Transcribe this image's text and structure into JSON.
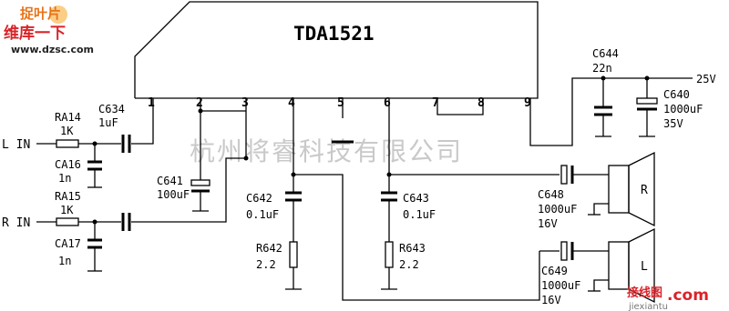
{
  "chip": {
    "name": "TDA1521",
    "pins": [
      "1",
      "2",
      "3",
      "4",
      "5",
      "6",
      "7",
      "8",
      "9"
    ]
  },
  "inputs": {
    "left": "L IN",
    "right": "R IN"
  },
  "components": {
    "ra14": {
      "ref": "RA14",
      "value": "1K"
    },
    "ra15": {
      "ref": "RA15",
      "value": "1K"
    },
    "ca16": {
      "ref": "CA16",
      "value": "1n"
    },
    "ca17": {
      "ref": "CA17",
      "value": "1n"
    },
    "c634": {
      "ref": "C634",
      "value": "1uF"
    },
    "c641": {
      "ref": "C641",
      "value": "100uF"
    },
    "c642": {
      "ref": "C642",
      "value": "0.1uF"
    },
    "c643": {
      "ref": "C643",
      "value": "0.1uF"
    },
    "r642": {
      "ref": "R642",
      "value": "2.2"
    },
    "r643": {
      "ref": "R643",
      "value": "2.2"
    },
    "c644": {
      "ref": "C644",
      "value": "22n"
    },
    "c640": {
      "ref": "C640",
      "value": "1000uF",
      "voltage": "35V"
    },
    "c648": {
      "ref": "C648",
      "value": "1000uF",
      "voltage": "16V"
    },
    "c649": {
      "ref": "C649",
      "value": "1000uF",
      "voltage": "16V"
    }
  },
  "supply": "25V",
  "speakers": {
    "right": "R",
    "left": "L"
  },
  "watermark": {
    "company": "杭州将睿科技有限公司",
    "logo_line1": "捉叶片",
    "logo_line2": "维库一下",
    "logo_url": "www.dzsc.com",
    "brand_main": "接线图",
    "brand_suffix": ".com",
    "brand_url": "jiexiantu"
  },
  "colors": {
    "line": "#000000",
    "watermark": "#c9c9c9",
    "logo_orange": "#e8731a",
    "logo_red": "#d8242a"
  }
}
